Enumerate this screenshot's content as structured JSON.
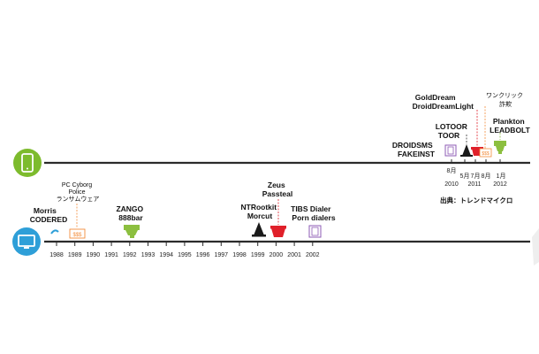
{
  "pc_timeline": {
    "years": [
      "1988",
      "1989",
      "1990",
      "1991",
      "1992",
      "1993",
      "1994",
      "1995",
      "1996",
      "1997",
      "1998",
      "1999",
      "2000",
      "2001",
      "2002"
    ],
    "labels": {
      "morris": [
        "Morris",
        "CODERED"
      ],
      "pccyborg": [
        "PC Cyborg",
        "Police",
        "ランサムウェア"
      ],
      "zango": [
        "ZANGO",
        "888bar"
      ],
      "ntrootkit": [
        "NTRootkit",
        "Morcut"
      ],
      "zeus": [
        "Zeus",
        "Passteal"
      ],
      "tibs": [
        "TIBS Dialer",
        "Porn dialers"
      ]
    },
    "badge": "$$$"
  },
  "mobile_timeline": {
    "dates": [
      {
        "month": "8月",
        "year": "2010"
      },
      {
        "month": "5月",
        "year": ""
      },
      {
        "month": "7月",
        "year": "2011"
      },
      {
        "month": "8月",
        "year": ""
      },
      {
        "month": "1月",
        "year": "2012"
      }
    ],
    "labels": {
      "droidsms": [
        "DROIDSMS",
        "FAKEINST"
      ],
      "lotoor": [
        "LOTOOR",
        "TOOR"
      ],
      "golddream": [
        "GoldDream",
        "DroidDreamLight"
      ],
      "oneclick": [
        "ワンクリック",
        "詐欺"
      ],
      "plankton": [
        "Plankton",
        "LEADBOLT"
      ]
    },
    "badge": "$$$"
  },
  "source": "出典：トレンドマイクロ",
  "colors": {
    "pc_icon": "#2e9fd8",
    "mobile_icon": "#7dbb2d",
    "ransom": "#f28c3a",
    "adware": "#8cbf3f",
    "rootkit": "#1a1a1a",
    "banking": "#e0202a",
    "dialer": "#8e5bb5"
  }
}
